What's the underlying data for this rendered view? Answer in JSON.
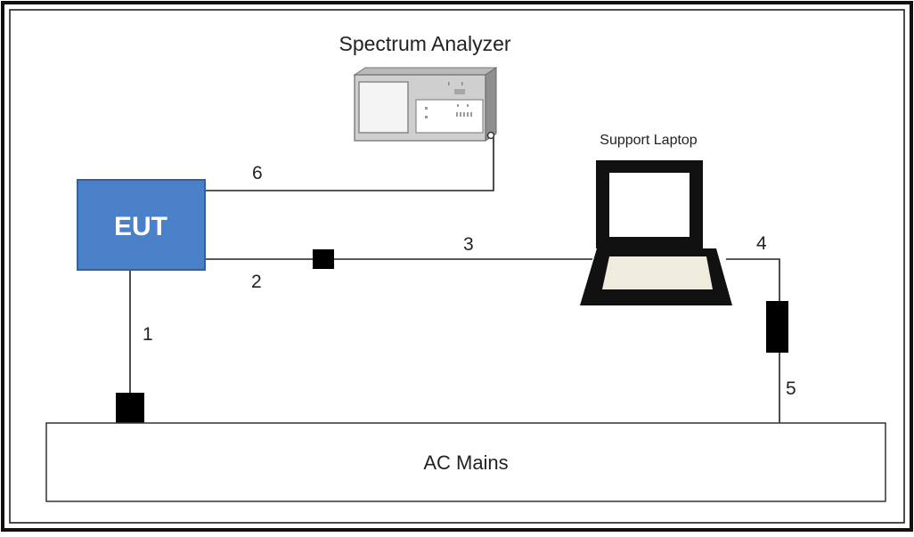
{
  "diagram": {
    "nodes": {
      "spectrum_analyzer": {
        "label": "Spectrum Analyzer"
      },
      "eut": {
        "label": "EUT",
        "fill": "#4a80c8",
        "stroke": "#34609e",
        "text_color": "#ffffff"
      },
      "laptop": {
        "label": "Support Laptop"
      },
      "ac_mains": {
        "label": "AC Mains"
      }
    },
    "cables": [
      {
        "id": "1",
        "label": "1",
        "from": "EUT",
        "to": "AC Mains"
      },
      {
        "id": "2",
        "label": "2",
        "from": "EUT",
        "to": "ferrite"
      },
      {
        "id": "3",
        "label": "3",
        "from": "ferrite",
        "to": "Support Laptop"
      },
      {
        "id": "4",
        "label": "4",
        "from": "Support Laptop",
        "to": "ferrite"
      },
      {
        "id": "5",
        "label": "5",
        "from": "ferrite",
        "to": "AC Mains"
      },
      {
        "id": "6",
        "label": "6",
        "from": "EUT",
        "to": "Spectrum Analyzer"
      }
    ]
  }
}
